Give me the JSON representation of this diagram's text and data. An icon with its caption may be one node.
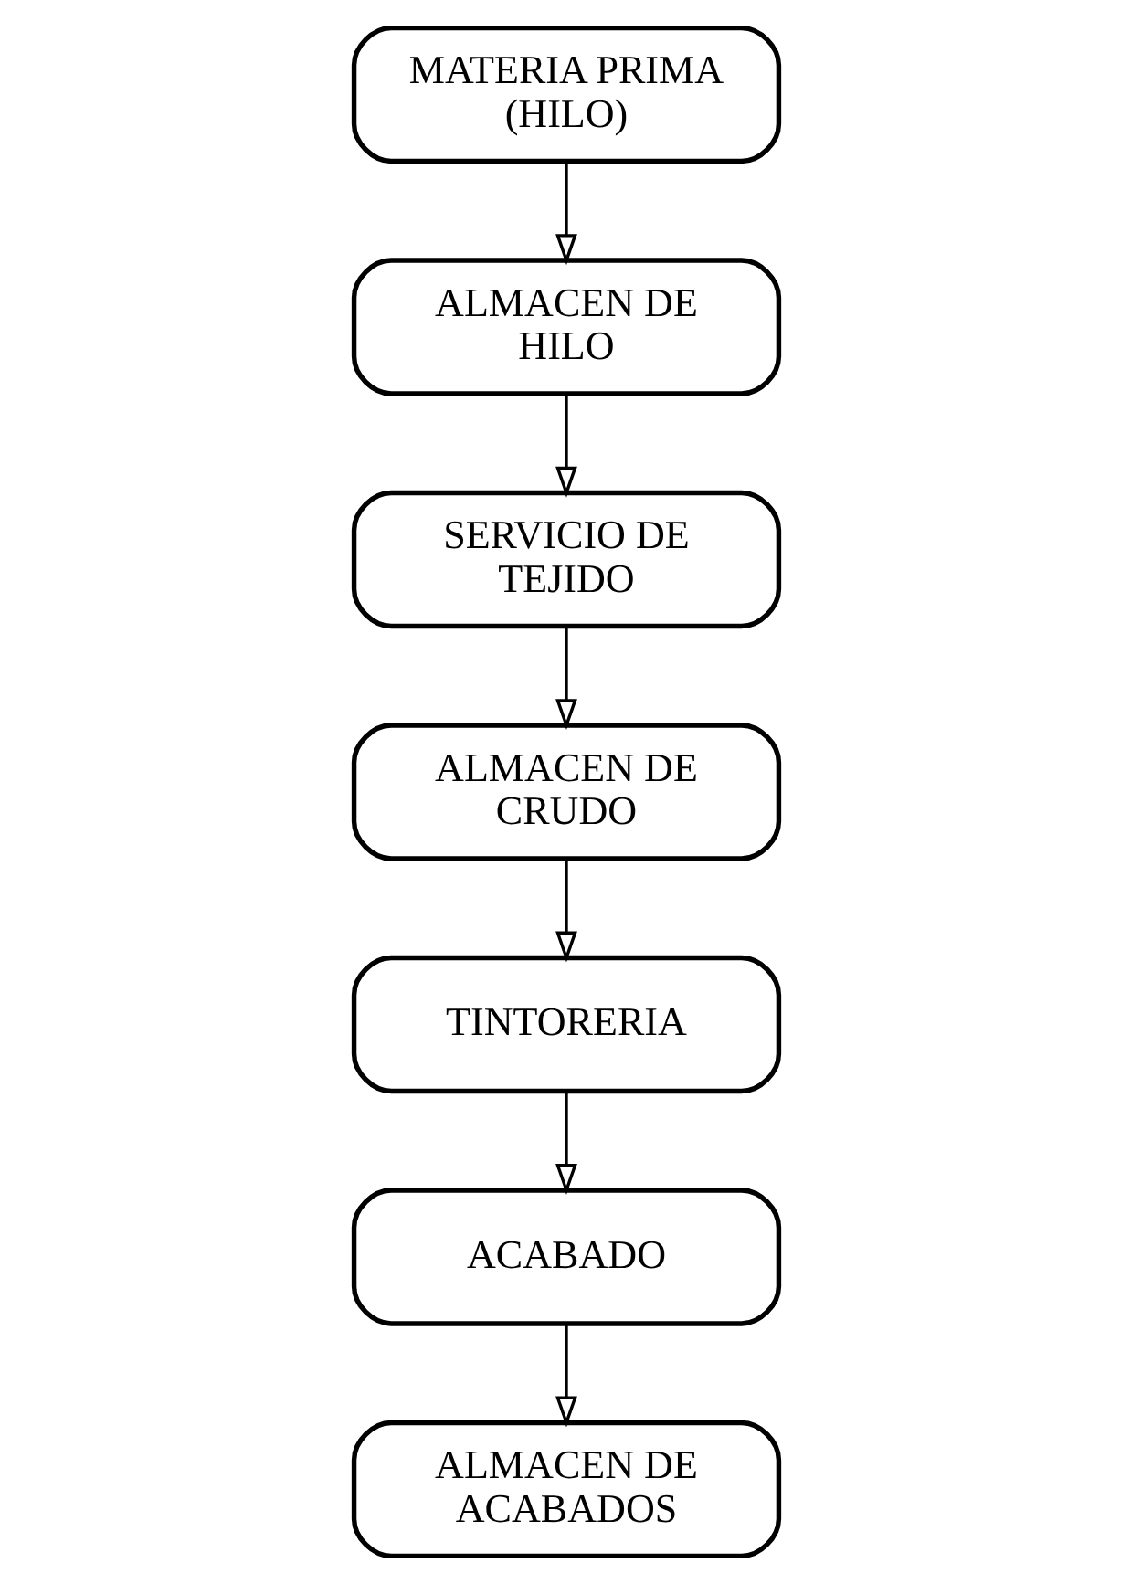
{
  "diagram": {
    "nodes": [
      {
        "text": [
          "MATERIA PRIMA (HILO)"
        ]
      },
      {
        "text": [
          "ALMACEN DE HILO"
        ]
      },
      {
        "text": [
          "SERVICIO DE TEJIDO"
        ]
      },
      {
        "text": [
          "ALMACEN DE CRUDO"
        ]
      },
      {
        "text": [
          "TINTORERIA"
        ]
      },
      {
        "text": [
          "ACABADO"
        ]
      },
      {
        "text": [
          "ALMACEN DE ACABADOS"
        ]
      }
    ],
    "edges": [
      {
        "from": 0,
        "to": 1,
        "arrow": "to"
      },
      {
        "from": 1,
        "to": 2,
        "arrow": "to"
      },
      {
        "from": 2,
        "to": 3,
        "arrow": "to"
      },
      {
        "from": 3,
        "to": 4,
        "arrow": "to"
      },
      {
        "from": 4,
        "to": 5,
        "arrow": "to"
      },
      {
        "from": 5,
        "to": 6,
        "arrow": "to"
      }
    ]
  }
}
